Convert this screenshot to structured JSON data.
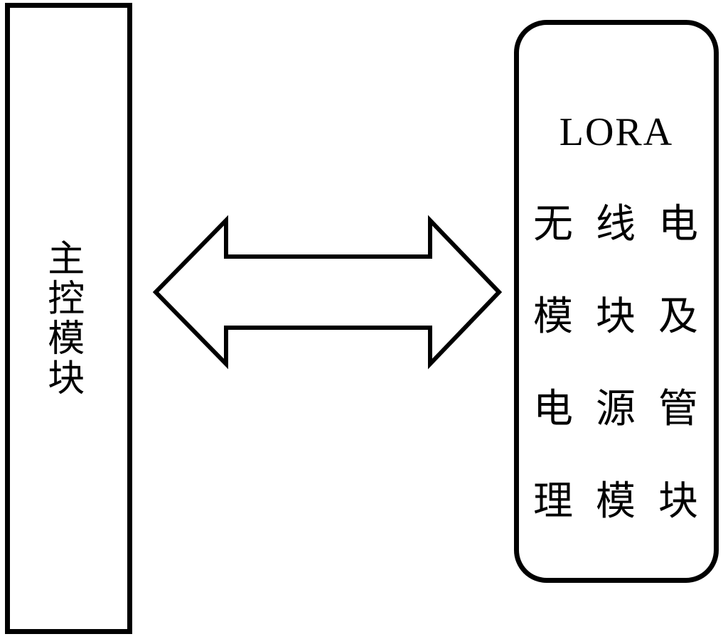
{
  "colors": {
    "background": "#ffffff",
    "line": "#000000",
    "text": "#000000"
  },
  "diagram": {
    "left_box": {
      "label": "主控模块"
    },
    "arrow": {
      "type": "double-headed-horizontal"
    },
    "right_box": {
      "lines": [
        "LORA",
        "无 线 电",
        "模 块 及",
        "电 源 管",
        "理 模 块"
      ]
    }
  }
}
